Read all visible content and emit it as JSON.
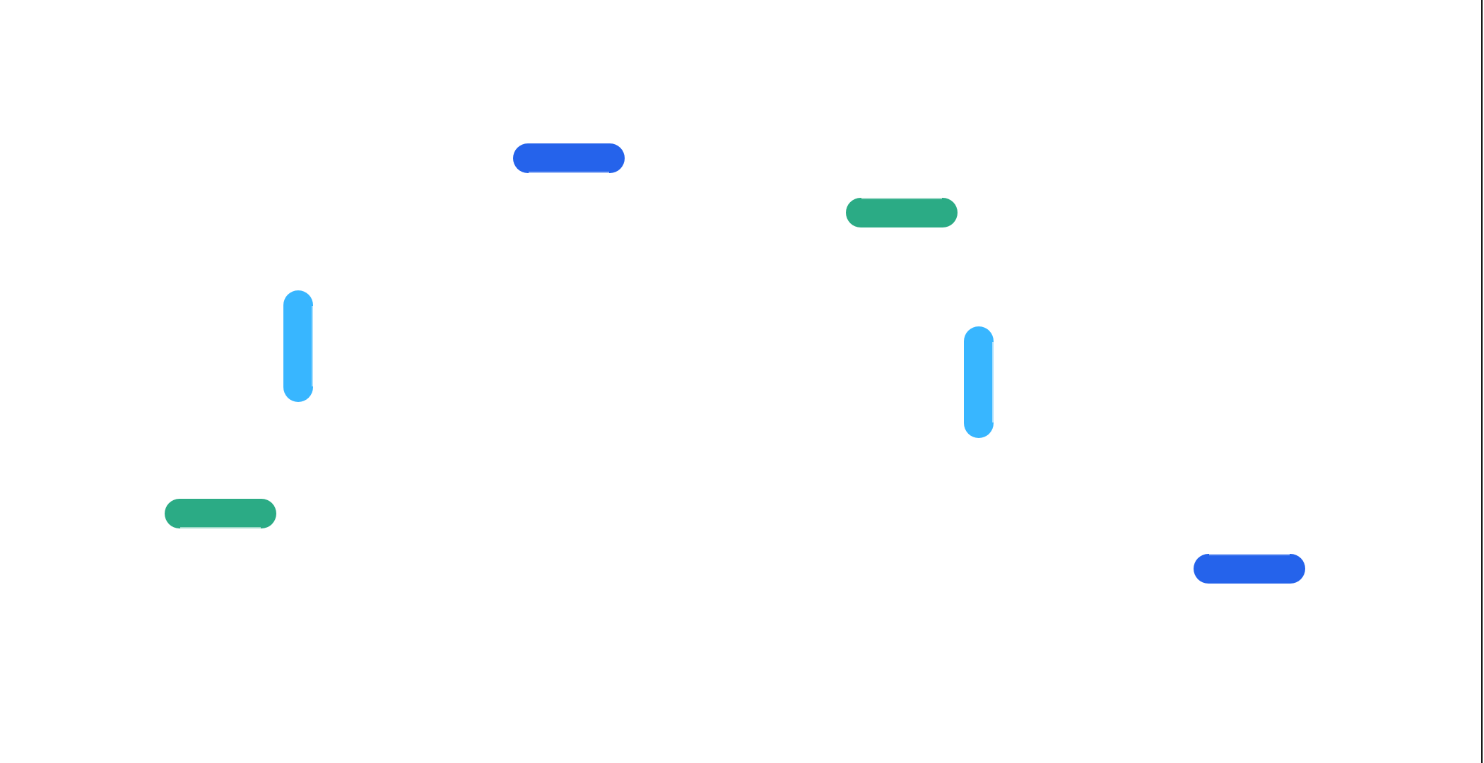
{
  "colors": {
    "background": "#ffffff",
    "edge": "#111111",
    "blue": "#2563eb",
    "green": "#2bab85",
    "sky": "#38b6ff"
  },
  "shapes": [
    {
      "id": "pill-1",
      "orientation": "horizontal",
      "color": "#2563eb"
    },
    {
      "id": "pill-2",
      "orientation": "horizontal",
      "color": "#2bab85"
    },
    {
      "id": "pill-3",
      "orientation": "vertical",
      "color": "#38b6ff"
    },
    {
      "id": "pill-4",
      "orientation": "vertical",
      "color": "#38b6ff"
    },
    {
      "id": "pill-5",
      "orientation": "horizontal",
      "color": "#2bab85"
    },
    {
      "id": "pill-6",
      "orientation": "horizontal",
      "color": "#2563eb"
    }
  ]
}
